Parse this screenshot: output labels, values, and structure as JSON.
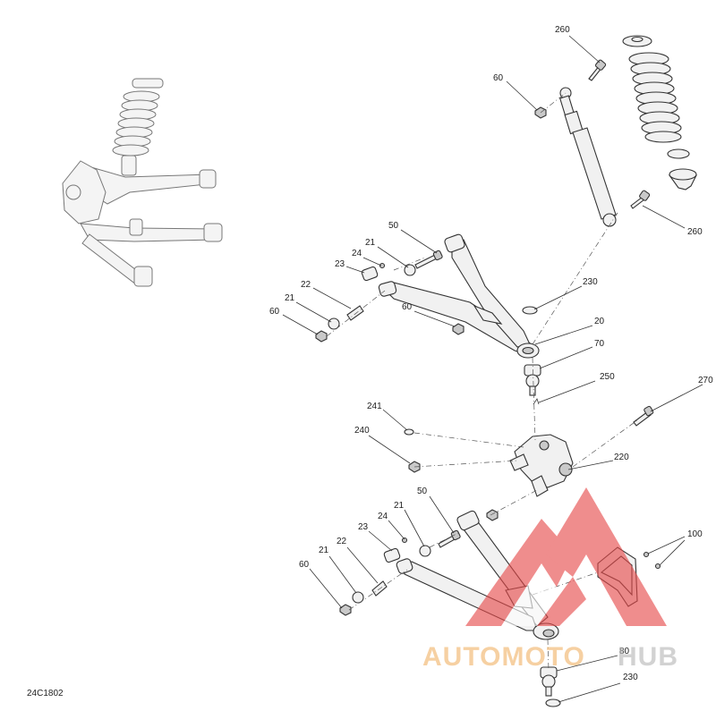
{
  "diagram_code": "24C1802",
  "watermark": {
    "part1": "AUTOMOTO",
    "part2": "HUB",
    "color_primary": "#f2b46a",
    "color_secondary": "#ee9b9b",
    "logo_color": "#e64848"
  },
  "callouts": {
    "c260_top": "260",
    "c60_top": "60",
    "c260_shock": "260",
    "c50_upper": "50",
    "c21_upper_a": "21",
    "c24_upper": "24",
    "c23_upper": "23",
    "c22_upper": "22",
    "c21_upper_b": "21",
    "c60_upper_a": "60",
    "c60_upper_b": "60",
    "c230_upper": "230",
    "c20": "20",
    "c70": "70",
    "c250": "250",
    "c270": "270",
    "c241": "241",
    "c240": "240",
    "c220": "220",
    "c50_lower": "50",
    "c21_lower_a": "21",
    "c24_lower": "24",
    "c23_lower": "23",
    "c22_lower": "22",
    "c21_lower_b": "21",
    "c60_lower": "60",
    "c100": "100",
    "c80": "80",
    "c230_lower": "230"
  }
}
